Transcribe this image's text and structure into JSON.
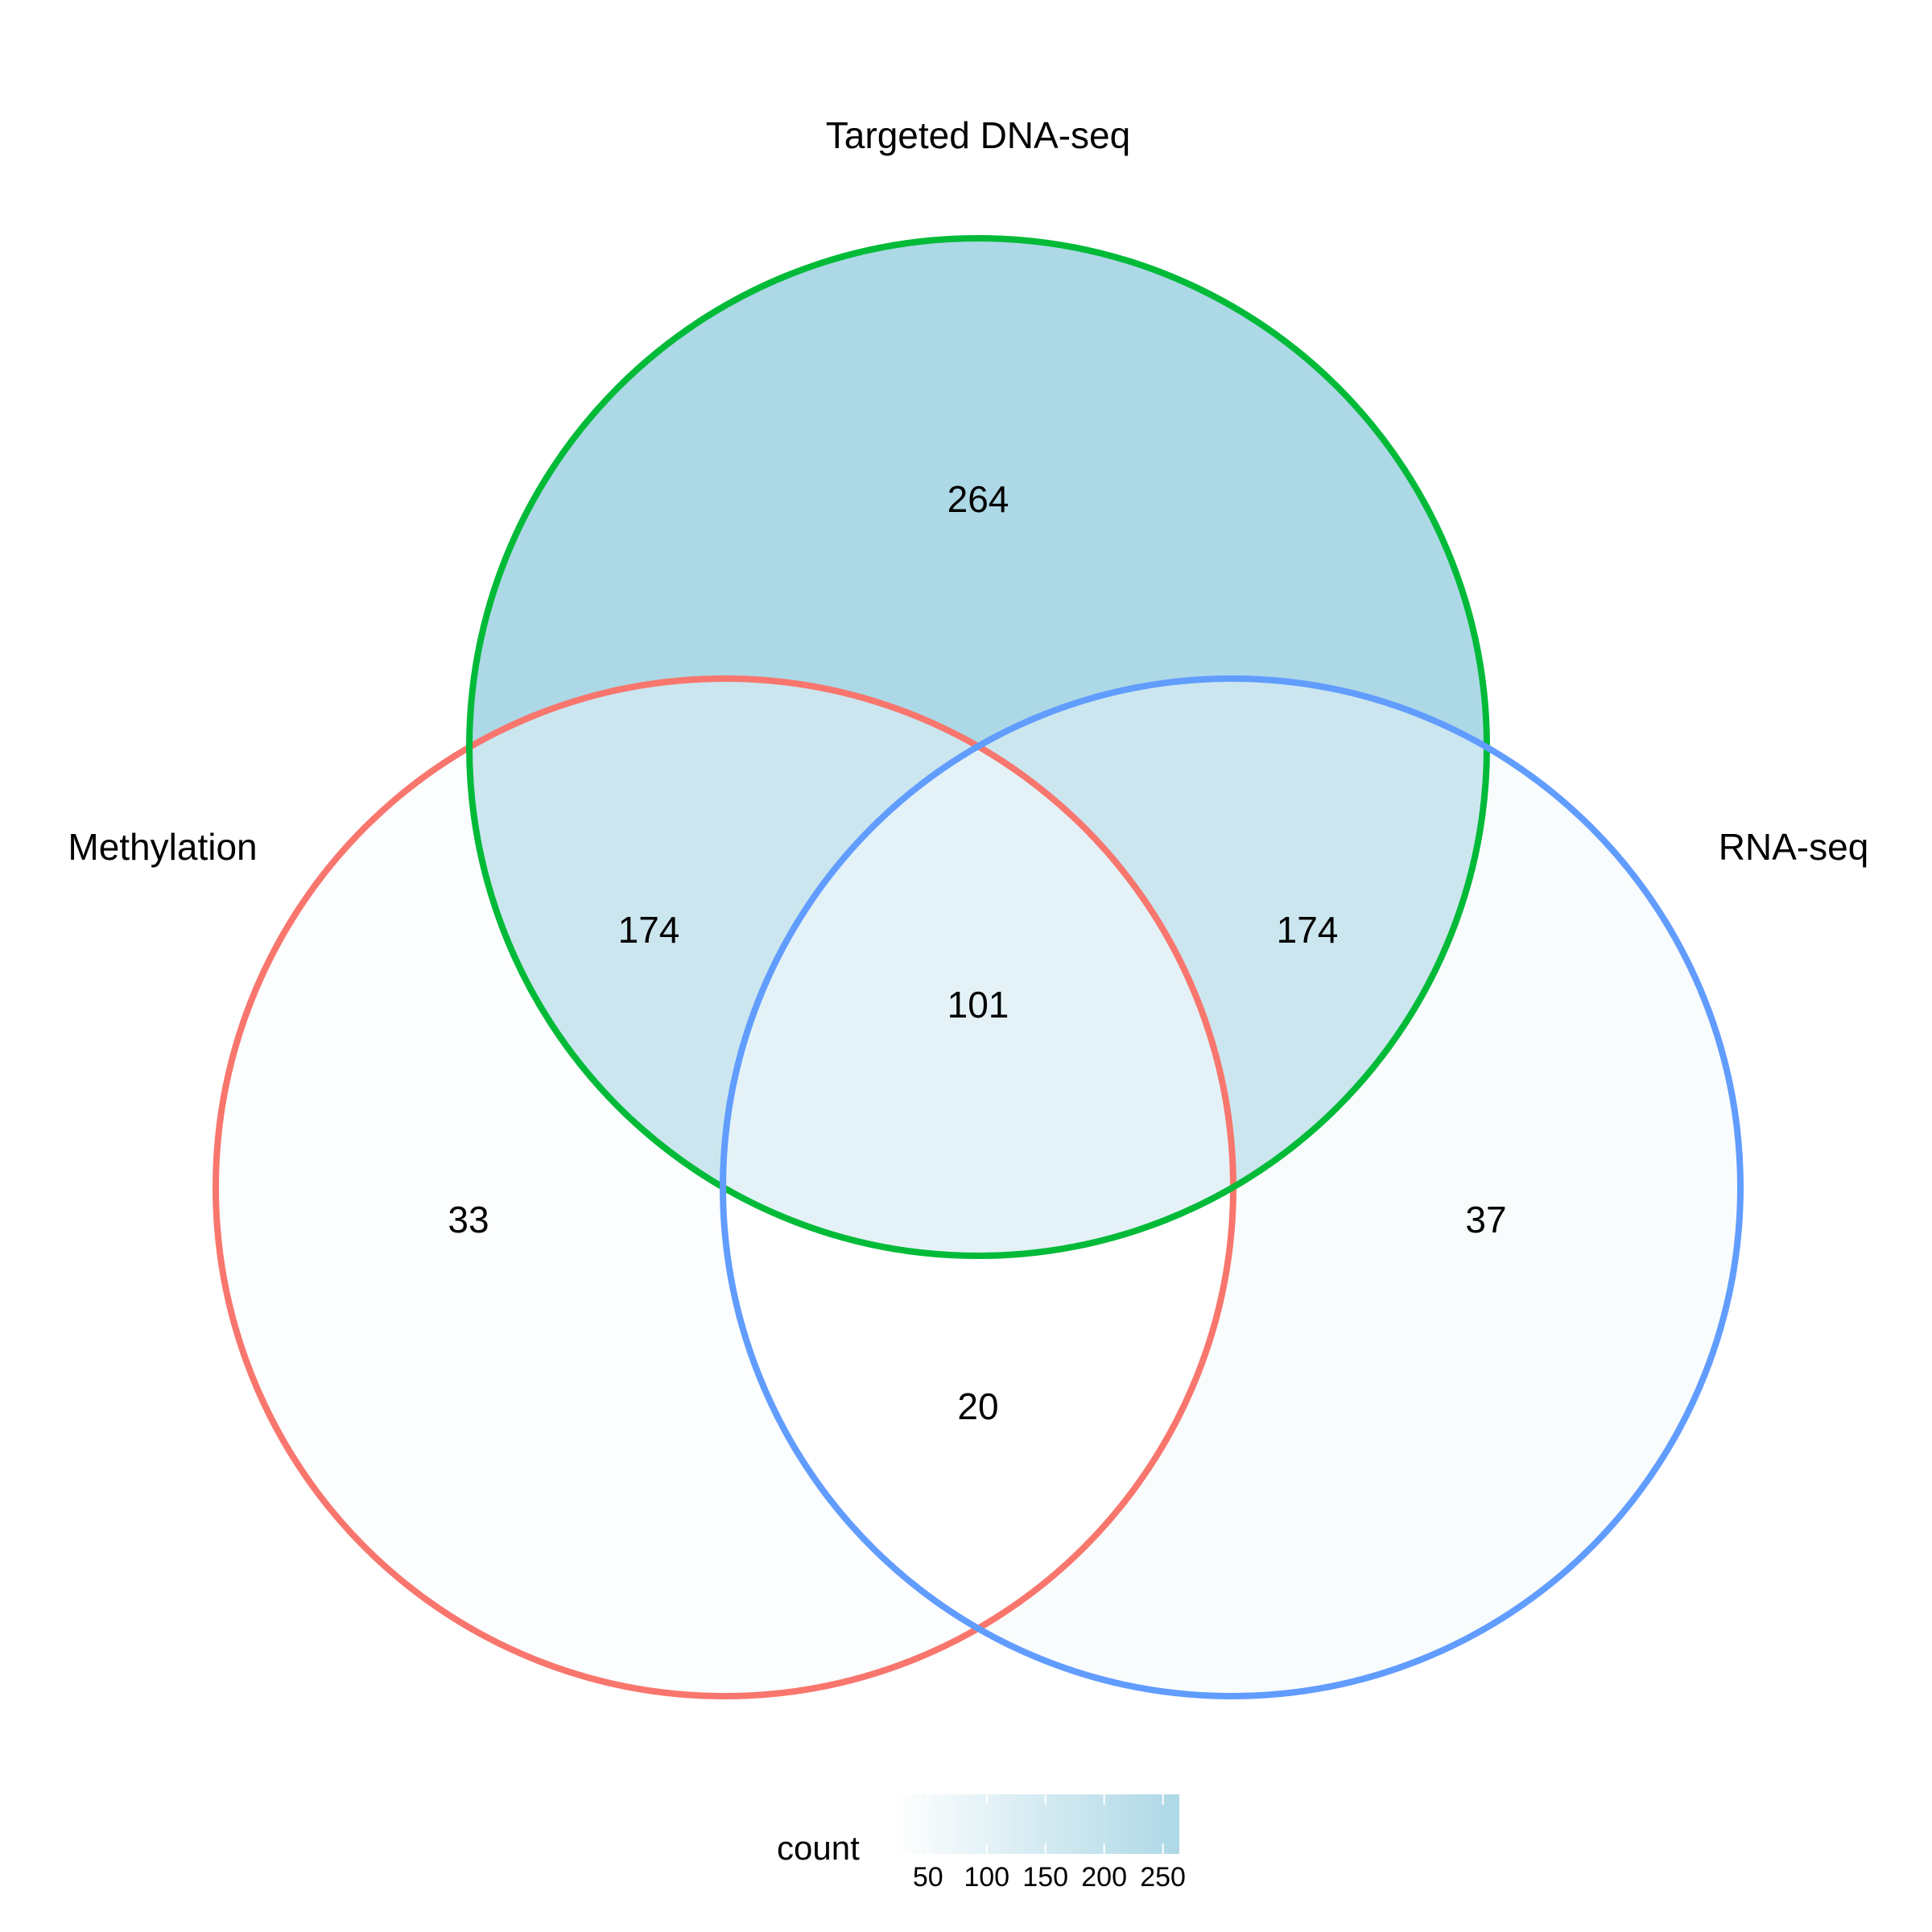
{
  "chart_data": {
    "type": "venn",
    "sets": [
      {
        "name": "Methylation",
        "color": "#F8766D"
      },
      {
        "name": "Targeted DNA-seq",
        "color": "#00BA38"
      },
      {
        "name": "RNA-seq",
        "color": "#619CFF"
      }
    ],
    "regions": [
      {
        "sets": [
          "Targeted DNA-seq"
        ],
        "count": "264"
      },
      {
        "sets": [
          "Methylation",
          "Targeted DNA-seq"
        ],
        "count": "174"
      },
      {
        "sets": [
          "Targeted DNA-seq",
          "RNA-seq"
        ],
        "count": "174"
      },
      {
        "sets": [
          "Methylation",
          "Targeted DNA-seq",
          "RNA-seq"
        ],
        "count": "101"
      },
      {
        "sets": [
          "Methylation"
        ],
        "count": "33"
      },
      {
        "sets": [
          "RNA-seq"
        ],
        "count": "37"
      },
      {
        "sets": [
          "Methylation",
          "RNA-seq"
        ],
        "count": "20"
      }
    ],
    "legend": {
      "title": "count",
      "ticks": [
        "50",
        "100",
        "150",
        "200",
        "250"
      ],
      "range": [
        20,
        264
      ],
      "low_color": "#FFFFFF",
      "high_color": "#ADD8E6"
    }
  }
}
